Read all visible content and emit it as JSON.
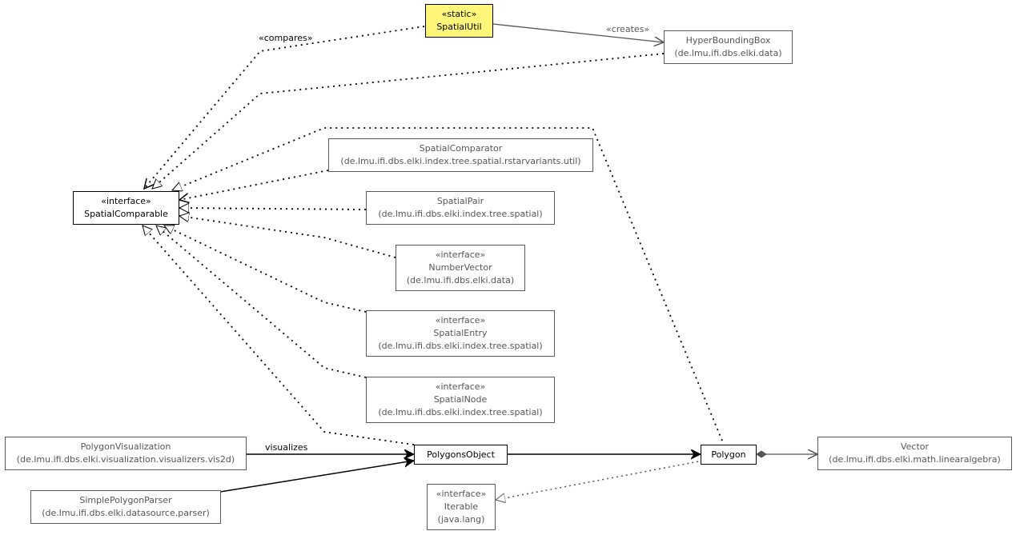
{
  "classes": {
    "spatial_util": {
      "stereotype": "«static»",
      "name": "SpatialUtil",
      "package": ""
    },
    "hyper_bounding_box": {
      "stereotype": "",
      "name": "HyperBoundingBox",
      "package": "(de.lmu.ifi.dbs.elki.data)"
    },
    "spatial_comparable": {
      "stereotype": "«interface»",
      "name": "SpatialComparable",
      "package": ""
    },
    "spatial_comparator": {
      "stereotype": "",
      "name": "SpatialComparator",
      "package": "(de.lmu.ifi.dbs.elki.index.tree.spatial.rstarvariants.util)"
    },
    "spatial_pair": {
      "stereotype": "",
      "name": "SpatialPair",
      "package": "(de.lmu.ifi.dbs.elki.index.tree.spatial)"
    },
    "number_vector": {
      "stereotype": "«interface»",
      "name": "NumberVector",
      "package": "(de.lmu.ifi.dbs.elki.data)"
    },
    "spatial_entry": {
      "stereotype": "«interface»",
      "name": "SpatialEntry",
      "package": "(de.lmu.ifi.dbs.elki.index.tree.spatial)"
    },
    "spatial_node": {
      "stereotype": "«interface»",
      "name": "SpatialNode",
      "package": "(de.lmu.ifi.dbs.elki.index.tree.spatial)"
    },
    "polygon_visualization": {
      "stereotype": "",
      "name": "PolygonVisualization",
      "package": "(de.lmu.ifi.dbs.elki.visualization.visualizers.vis2d)"
    },
    "simple_polygon_parser": {
      "stereotype": "",
      "name": "SimplePolygonParser",
      "package": "(de.lmu.ifi.dbs.elki.datasource.parser)"
    },
    "polygons_object": {
      "stereotype": "",
      "name": "PolygonsObject",
      "package": ""
    },
    "polygon": {
      "stereotype": "",
      "name": "Polygon",
      "package": ""
    },
    "iterable": {
      "stereotype": "«interface»",
      "name": "Iterable",
      "package": "(java.lang)"
    },
    "vector": {
      "stereotype": "",
      "name": "Vector",
      "package": "(de.lmu.ifi.dbs.elki.math.linearalgebra)"
    }
  },
  "edge_labels": {
    "compares": "«compares»",
    "creates": "«creates»",
    "visualizes": "visualizes"
  },
  "colors": {
    "focus_fill": "#fff67a",
    "external_border": "#5a5a5a",
    "external_text": "#555555",
    "line": "#000000"
  }
}
